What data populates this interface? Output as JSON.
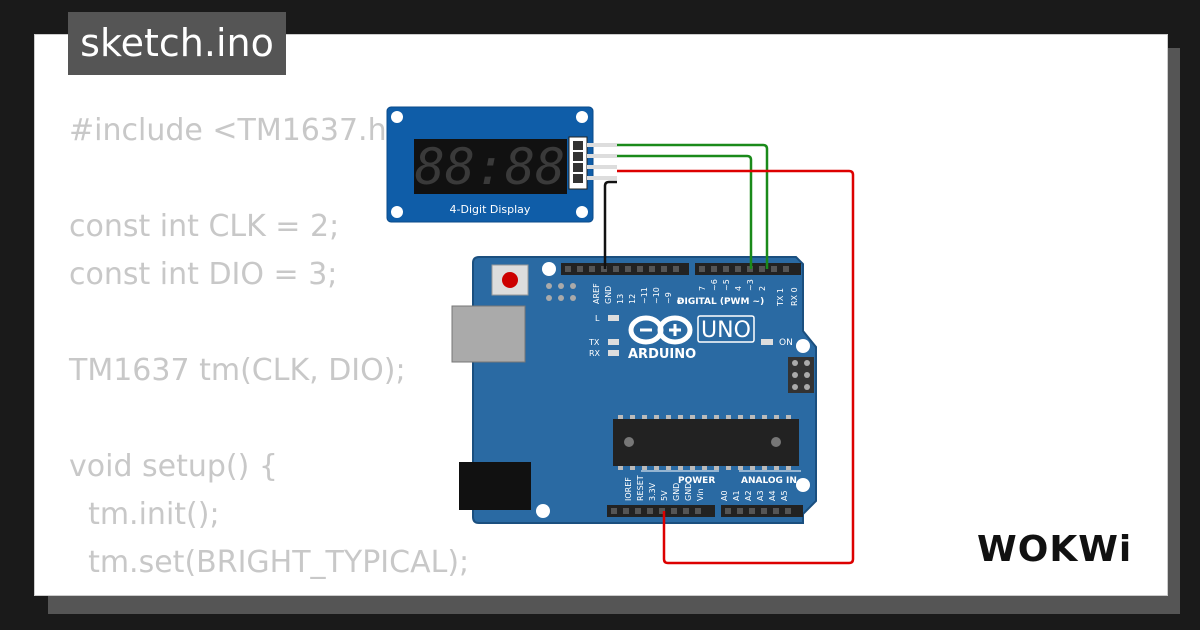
{
  "tab": {
    "filename": "sketch.ino"
  },
  "code": {
    "lines": [
      "#include <TM1637.h>",
      "",
      "const int CLK = 2;",
      "const int DIO = 3;",
      "",
      "TM1637 tm(CLK, DIO);",
      "",
      "void setup() {",
      "  tm.init();",
      "  tm.set(BRIGHT_TYPICAL);",
      "}"
    ]
  },
  "display": {
    "label": "4-Digit Display",
    "digits": "88:88"
  },
  "board": {
    "brand": "ARDUINO",
    "model": "UNO",
    "digital_header": "DIGITAL (PWM ~)",
    "power_header": "POWER",
    "analog_header": "ANALOG IN",
    "on_label": "ON",
    "l_label": "L",
    "tx_label": "TX",
    "rx_label": "RX",
    "top_pins": [
      "AREF",
      "GND",
      "13",
      "12",
      "~11",
      "~10",
      "~9",
      "8",
      "7",
      "~6",
      "~5",
      "4",
      "~3",
      "2",
      "TX 1",
      "RX 0"
    ],
    "bottom_pins": [
      "IOREF",
      "RESET",
      "3.3V",
      "5V",
      "GND",
      "GND",
      "Vin",
      "A0",
      "A1",
      "A2",
      "A3",
      "A4",
      "A5"
    ]
  },
  "wires": {
    "colors": {
      "green": "#1a8a1a",
      "red": "#dd0000",
      "black": "#111111"
    }
  },
  "brand_logo": "WOKWi"
}
